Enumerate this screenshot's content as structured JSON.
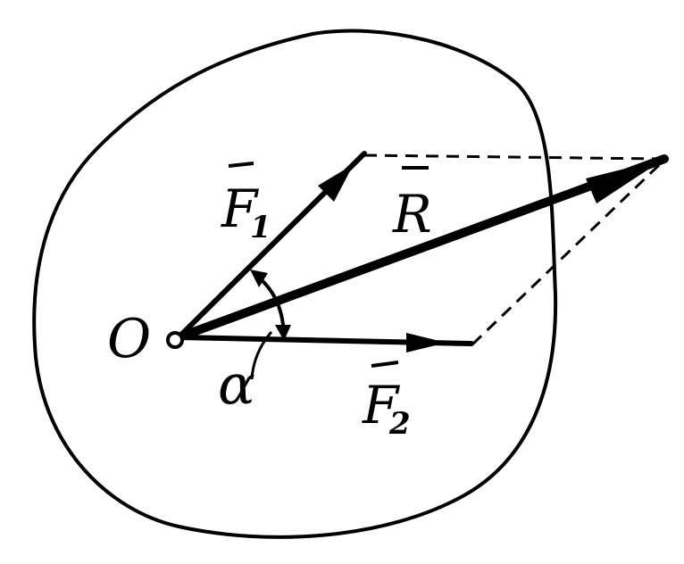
{
  "diagram": {
    "origin_label": "O",
    "angle_label": "α",
    "vectors": {
      "f1": {
        "letter": "F",
        "subscript": "1"
      },
      "r": {
        "letter": "R",
        "subscript": ""
      },
      "f2": {
        "letter": "F",
        "subscript": "2"
      }
    }
  },
  "colors": {
    "ink": "#000000",
    "background": "#ffffff"
  }
}
